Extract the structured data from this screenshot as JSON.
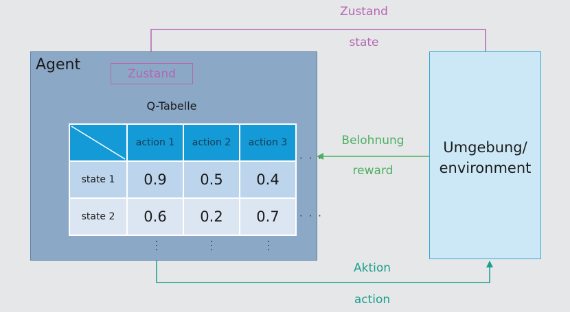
{
  "agent": {
    "title": "Agent",
    "state_input_label": "Zustand",
    "qtable_title": "Q-Tabelle"
  },
  "qtable": {
    "columns": [
      "action 1",
      "action 2",
      "action 3"
    ],
    "rows": [
      {
        "label": "state 1",
        "values": [
          "0.9",
          "0.5",
          "0.4"
        ]
      },
      {
        "label": "state 2",
        "values": [
          "0.6",
          "0.2",
          "0.7"
        ]
      }
    ],
    "ellipsis_h": "· · ·",
    "ellipsis_v": "·\n·\n·"
  },
  "environment": {
    "line1": "Umgebung/",
    "line2": "environment"
  },
  "arrows": {
    "state": {
      "de": "Zustand",
      "en": "state",
      "color": "#b565b3"
    },
    "reward": {
      "de": "Belohnung",
      "en": "reward",
      "color": "#4caf61"
    },
    "action": {
      "de": "Aktion",
      "en": "action",
      "color": "#199e8f"
    }
  }
}
